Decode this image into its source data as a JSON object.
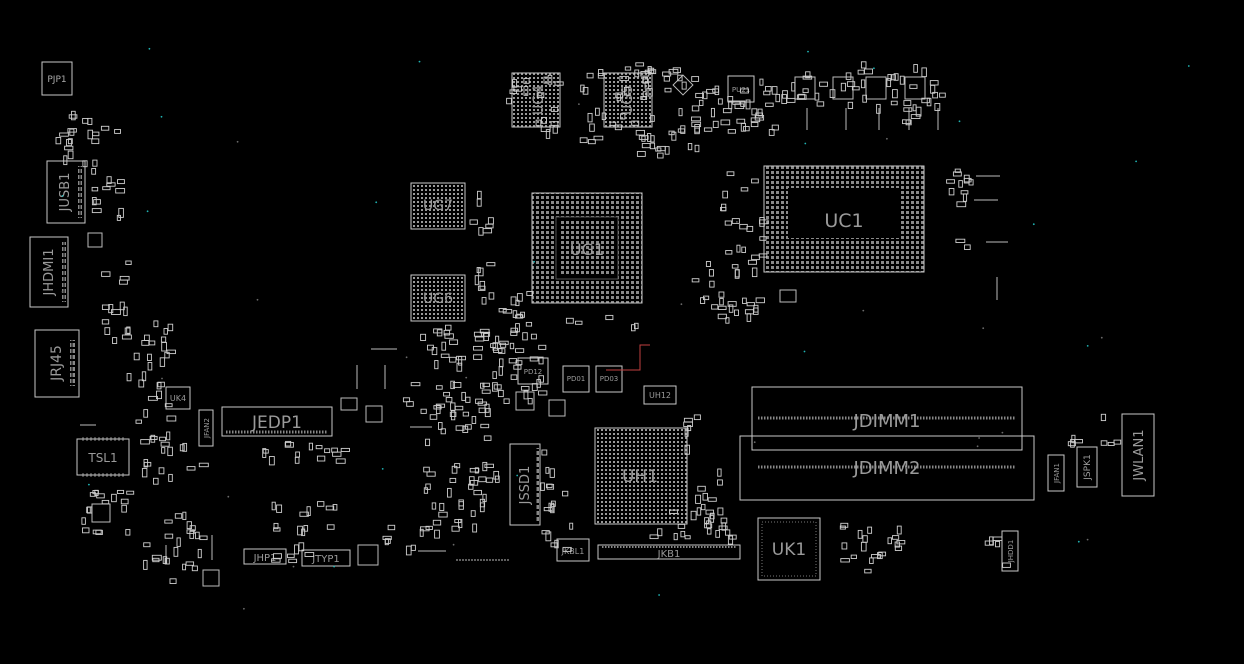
{
  "board": {
    "background": "#000000",
    "outline_color": "#b8b8b8",
    "label_color": "#9a9a9a",
    "accent_colors": {
      "teal_dots": "#1fb3b3",
      "red_trace": "#c04040"
    },
    "components": {
      "PJP1": "PJP1",
      "JUSB1": "JUSB1",
      "JHDMI1": "JHDMI1",
      "JRJ45": "JRJ45",
      "UG4": "UG4",
      "UG5": "UG5",
      "PU21": "PU21",
      "UG7": "UG7",
      "UG1": "UG1",
      "UG6": "UG6",
      "UC1": "UC1",
      "UK4": "UK4",
      "JFAN2": "JFAN2",
      "JEDP1": "JEDP1",
      "TSL1": "TSL1",
      "PD12": "PD12",
      "PD01": "PD01",
      "PD03": "PD03",
      "UH12": "UH12",
      "UH1": "UH1",
      "JSSD1": "JSSD1",
      "JKBL1": "JKBL1",
      "JKB1": "JKB1",
      "JHP1": "JHP1",
      "JTYP1": "JTYP1",
      "JDIMM1": "JDIMM1",
      "JDIMM2": "JDIMM2",
      "UK1": "UK1",
      "JFAN1": "JFAN1",
      "JSPK1": "JSPK1",
      "JWLAN1": "JWLAN1",
      "JHDD1": "JHDD1"
    }
  }
}
